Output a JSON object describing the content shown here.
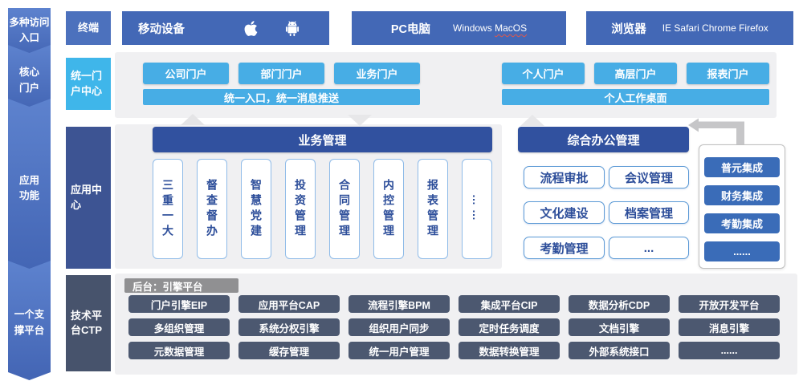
{
  "diagram": {
    "left_rail": {
      "items": [
        {
          "label": "多种访问\n入口"
        },
        {
          "label": "核心\n门户"
        },
        {
          "label": "应用\n功能"
        },
        {
          "label": "一个支\n撑平台"
        }
      ]
    },
    "terminal_row": {
      "side_label": "终端",
      "mobile": {
        "title": "移动设备",
        "icons": [
          "apple-icon",
          "android-icon"
        ]
      },
      "pc": {
        "title": "PC电脑",
        "os_plain": "Windows",
        "os_wavy": "MacOS"
      },
      "browser": {
        "title": "浏览器",
        "list": "IE Safari Chrome Firefox"
      }
    },
    "portal_row": {
      "side_label": "统一门户中心",
      "left_buttons": [
        "公司门户",
        "部门门户",
        "业务门户"
      ],
      "left_bar": "统一入口，统一消息推送",
      "right_buttons": [
        "个人门户",
        "高层门户",
        "报表门户"
      ],
      "right_bar": "个人工作桌面"
    },
    "app_row": {
      "side_label": "应用中心",
      "business": {
        "title": "业务管理",
        "cards": [
          "三重一大",
          "督查督办",
          "智慧党建",
          "投资管理",
          "合同管理",
          "内控管理",
          "报表管理",
          "……"
        ]
      },
      "office": {
        "title": "综合办公管理",
        "buttons": [
          "流程审批",
          "会议管理",
          "文化建设",
          "档案管理",
          "考勤管理",
          "..."
        ]
      },
      "integration": {
        "buttons": [
          "普元集成",
          "财务集成",
          "考勤集成",
          "......"
        ]
      }
    },
    "tech_row": {
      "side_label": "技术平台CTP",
      "tag": "后台：引擎平台",
      "buttons": [
        "门户引擎EIP",
        "应用平台CAP",
        "流程引擎BPM",
        "集成平台CIP",
        "数据分析CDP",
        "开放开发平台",
        "多组织管理",
        "系统分权引擎",
        "组织用户同步",
        "定时任务调度",
        "文档引擎",
        "消息引擎",
        "元数据管理",
        "缓存管理",
        "统一用户管理",
        "数据转换管理",
        "外部系统接口",
        "......"
      ]
    },
    "colors": {
      "rail_blue": "#4c72c0",
      "bar_blue": "#4368b6",
      "portal_light_blue": "#47ade5",
      "portal_center_blue": "#3fb6ea",
      "navy_header": "#31519f",
      "app_center_navy": "#3d5493",
      "integration_blue": "#3a6cb8",
      "tech_slate": "#4c5870",
      "tag_gray": "#909092",
      "container_gray": "#f0f0f2"
    }
  }
}
